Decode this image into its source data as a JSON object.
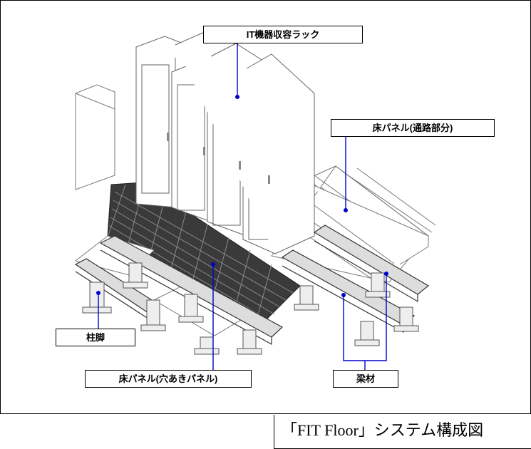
{
  "labels": {
    "rack": "IT機器収容ラック",
    "floor_panel_aisle": "床パネル(通路部分)",
    "pedestal": "柱脚",
    "floor_panel_perforated": "床パネル(穴あきパネル)",
    "beam": "梁材"
  },
  "caption": "「FIT Floor」システム構成図",
  "colors": {
    "leader_line": "#0000cc",
    "outline": "#555555",
    "perforated_panel": "#3a3a3a"
  }
}
